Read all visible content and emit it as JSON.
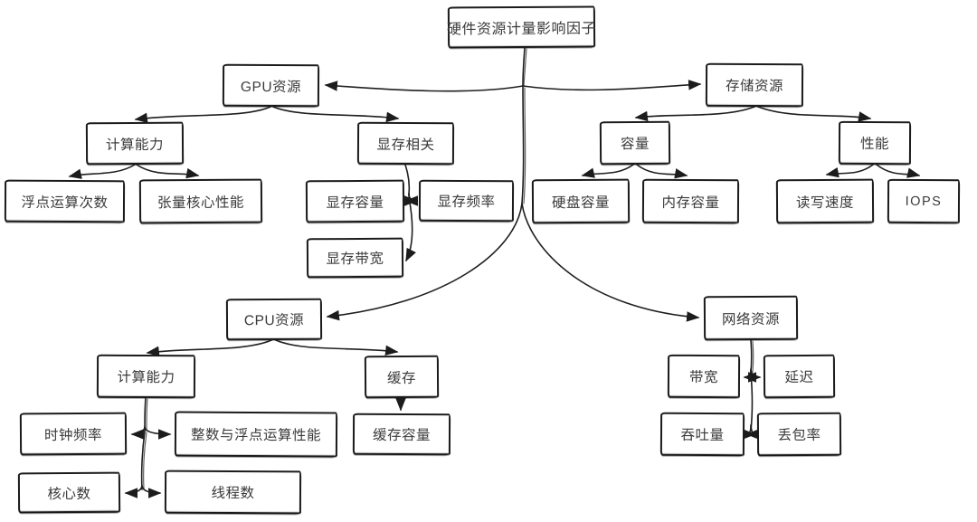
{
  "diagram": {
    "nodes": {
      "root": {
        "label": "硬件资源计量影响因子"
      },
      "gpu": {
        "label": "GPU资源"
      },
      "gpu_compute": {
        "label": "计算能力"
      },
      "flops": {
        "label": "浮点运算次数"
      },
      "tensor": {
        "label": "张量核心性能"
      },
      "vram": {
        "label": "显存相关"
      },
      "vram_capacity": {
        "label": "显存容量"
      },
      "vram_frequency": {
        "label": "显存频率"
      },
      "vram_bandwidth": {
        "label": "显存带宽"
      },
      "storage": {
        "label": "存储资源"
      },
      "capacity": {
        "label": "容量"
      },
      "performance": {
        "label": "性能"
      },
      "disk_capacity": {
        "label": "硬盘容量"
      },
      "memory_capacity": {
        "label": "内存容量"
      },
      "rw_speed": {
        "label": "读写速度"
      },
      "iops": {
        "label": "IOPS"
      },
      "cpu": {
        "label": "CPU资源"
      },
      "cpu_compute": {
        "label": "计算能力"
      },
      "clock_freq": {
        "label": "时钟频率"
      },
      "int_float_perf": {
        "label": "整数与浮点运算性能"
      },
      "cores": {
        "label": "核心数"
      },
      "threads": {
        "label": "线程数"
      },
      "cache": {
        "label": "缓存"
      },
      "cache_capacity": {
        "label": "缓存容量"
      },
      "network": {
        "label": "网络资源"
      },
      "bandwidth": {
        "label": "带宽"
      },
      "latency": {
        "label": "延迟"
      },
      "throughput": {
        "label": "吞吐量"
      },
      "packet_loss": {
        "label": "丢包率"
      }
    },
    "edges": [
      {
        "from": "root",
        "to": "gpu"
      },
      {
        "from": "root",
        "to": "storage"
      },
      {
        "from": "root",
        "to": "cpu"
      },
      {
        "from": "root",
        "to": "network"
      },
      {
        "from": "gpu",
        "to": "gpu_compute"
      },
      {
        "from": "gpu",
        "to": "vram"
      },
      {
        "from": "gpu_compute",
        "to": "flops"
      },
      {
        "from": "gpu_compute",
        "to": "tensor"
      },
      {
        "from": "vram",
        "to": "vram_capacity"
      },
      {
        "from": "vram",
        "to": "vram_frequency"
      },
      {
        "from": "vram",
        "to": "vram_bandwidth"
      },
      {
        "from": "storage",
        "to": "capacity"
      },
      {
        "from": "storage",
        "to": "performance"
      },
      {
        "from": "capacity",
        "to": "disk_capacity"
      },
      {
        "from": "capacity",
        "to": "memory_capacity"
      },
      {
        "from": "performance",
        "to": "rw_speed"
      },
      {
        "from": "performance",
        "to": "iops"
      },
      {
        "from": "cpu",
        "to": "cpu_compute"
      },
      {
        "from": "cpu",
        "to": "cache"
      },
      {
        "from": "cpu_compute",
        "to": "clock_freq"
      },
      {
        "from": "cpu_compute",
        "to": "int_float_perf"
      },
      {
        "from": "cpu_compute",
        "to": "cores"
      },
      {
        "from": "cpu_compute",
        "to": "threads"
      },
      {
        "from": "cache",
        "to": "cache_capacity"
      },
      {
        "from": "network",
        "to": "bandwidth"
      },
      {
        "from": "network",
        "to": "latency"
      },
      {
        "from": "network",
        "to": "throughput"
      },
      {
        "from": "network",
        "to": "packet_loss"
      }
    ],
    "colors": {
      "line": "#1f1f1f",
      "box_border": "#1b1b1b",
      "text": "#3a3a3a",
      "background": "#ffffff"
    }
  }
}
